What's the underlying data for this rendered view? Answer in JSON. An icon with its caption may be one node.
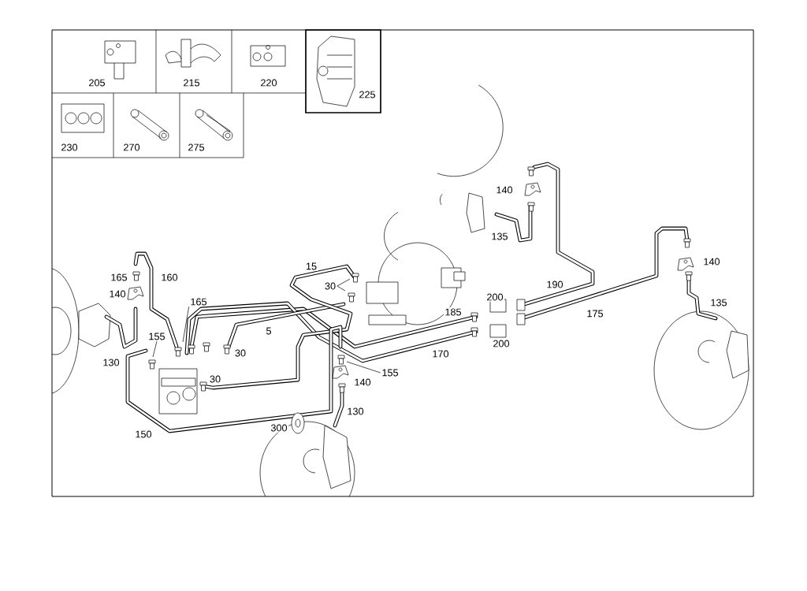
{
  "diagram": {
    "nodes": [
      {
        "text": [
          "30"
        ]
      },
      {
        "text": [
          "165"
        ]
      },
      {
        "text": [
          "155"
        ]
      },
      {
        "text": [
          "155"
        ]
      }
    ],
    "edges": [
      {
        "from": 0,
        "to": null,
        "arrow": "none"
      },
      {
        "from": 0,
        "to": null,
        "arrow": "none"
      },
      {
        "from": 1,
        "to": null,
        "arrow": "none"
      },
      {
        "from": 2,
        "to": null,
        "arrow": "none"
      },
      {
        "from": 3,
        "to": null,
        "arrow": "none"
      }
    ],
    "labels": [
      "205",
      "215",
      "220",
      "225",
      "230",
      "270",
      "275",
      "140",
      "135",
      "15",
      "165",
      "160",
      "140",
      "190",
      "140",
      "200",
      "135",
      "185",
      "175",
      "5",
      "30",
      "200",
      "130",
      "170",
      "30",
      "140",
      "130",
      "300",
      "150"
    ]
  }
}
